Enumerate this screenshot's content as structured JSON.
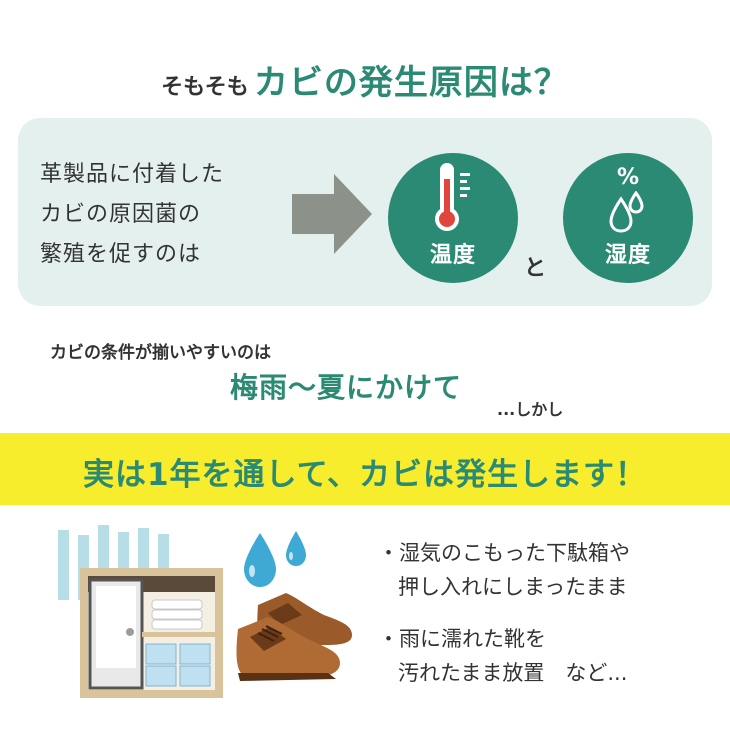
{
  "title": {
    "prefix": "そもそも",
    "main": "カビの発生原因は？"
  },
  "panel": {
    "lines": [
      "革製品に付着した",
      "カビの原因菌の",
      "繁殖を促すのは"
    ],
    "temperature_label": "温度",
    "connector": "と",
    "humidity_symbol": "%",
    "humidity_label": "湿度"
  },
  "conditions": {
    "line1": "カビの条件が揃いやすいのは",
    "line2": "梅雨〜夏にかけて",
    "line3": "...しかし"
  },
  "banner": {
    "text": "実は1年を通して、カビは発生します！"
  },
  "examples": [
    {
      "bullet": "・",
      "line1": "湿気のこもった下駄箱や",
      "line2": "押し入れにしまったまま"
    },
    {
      "bullet": "・",
      "line1": "雨に濡れた靴を",
      "line2": "汚れたまま放置　など..."
    }
  ],
  "icons": {
    "arrow": "right-arrow-icon",
    "temperature": "thermometer-icon",
    "humidity": "water-drops-icon",
    "closet": "closet-illustration",
    "shoes": "leather-shoes-illustration",
    "drops": "water-drops-illustration"
  },
  "colors": {
    "accent_green": "#2b8a73",
    "panel_bg": "#e4f0ee",
    "banner_yellow": "#f7ed2c",
    "arrow_gray": "#8c9289",
    "drop_blue": "#3fa9d6"
  }
}
